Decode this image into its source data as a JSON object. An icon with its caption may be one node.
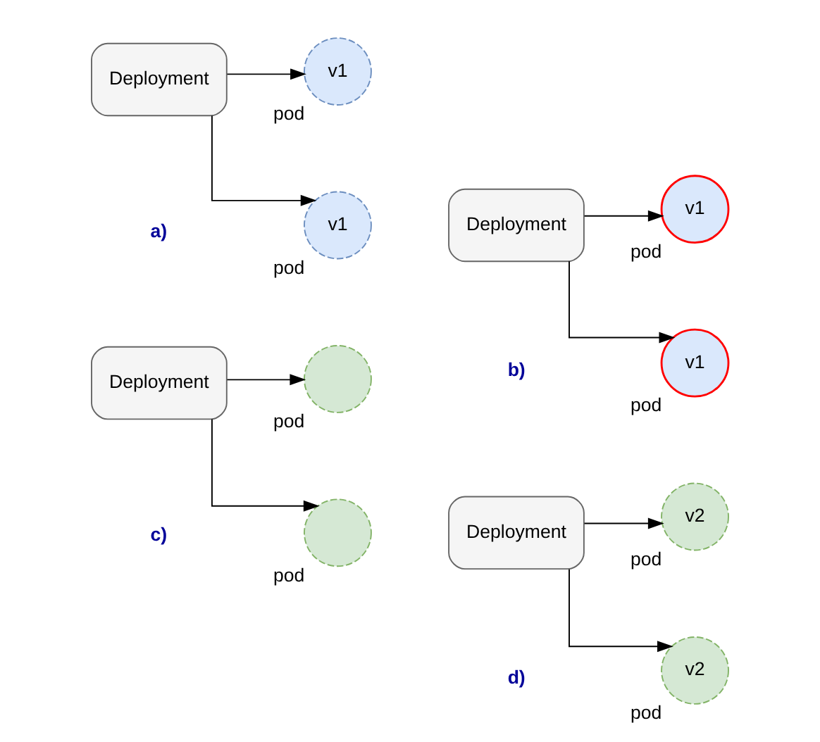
{
  "diagram": {
    "nodes": [
      {
        "text": [
          "Deployment"
        ]
      },
      {
        "text": [
          "v1"
        ],
        "beside": [
          "pod"
        ]
      },
      {
        "text": [
          "v1"
        ],
        "beside": [
          "pod"
        ]
      },
      {
        "text": [
          "Deployment"
        ]
      },
      {
        "text": [
          "v1"
        ],
        "beside": [
          "pod"
        ]
      },
      {
        "text": [
          "v1"
        ],
        "beside": [
          "pod"
        ]
      },
      {
        "text": [
          "Deployment"
        ]
      },
      {
        "text": [],
        "shape": "circle",
        "beside": [
          "pod"
        ]
      },
      {
        "text": [],
        "shape": "circle",
        "beside": [
          "pod"
        ]
      },
      {
        "text": [
          "Deployment"
        ]
      },
      {
        "text": [
          "v2"
        ],
        "beside": [
          "pod"
        ]
      },
      {
        "text": [
          "v2"
        ],
        "beside": [
          "pod"
        ]
      }
    ],
    "edges": [
      {
        "from": 0,
        "to": 1,
        "arrow": "to"
      },
      {
        "from": 0,
        "to": 2,
        "arrow": "to"
      },
      {
        "from": 3,
        "to": 4,
        "arrow": "to"
      },
      {
        "from": 3,
        "to": 5,
        "arrow": "to"
      },
      {
        "from": 6,
        "to": 7,
        "arrow": "to"
      },
      {
        "from": 6,
        "to": 8,
        "arrow": "to"
      },
      {
        "from": 9,
        "to": 10,
        "arrow": "to"
      },
      {
        "from": 9,
        "to": 11,
        "arrow": "to"
      }
    ],
    "labels": [
      "a)",
      "b)",
      "c)",
      "d)"
    ]
  }
}
